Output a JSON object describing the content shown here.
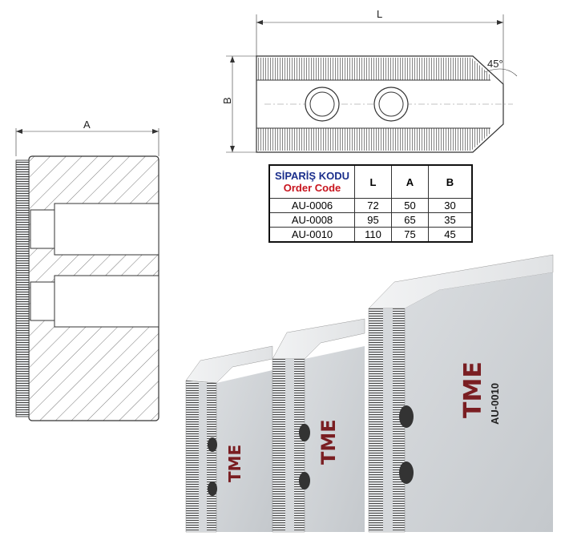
{
  "dimensions": {
    "L": "L",
    "A": "A",
    "B": "B",
    "angle": "45°"
  },
  "table": {
    "header": {
      "code_tr": "SİPARİŞ KODU",
      "code_en": "Order Code",
      "cols": [
        "L",
        "A",
        "B"
      ]
    },
    "rows": [
      {
        "code": "AU-0006",
        "L": "72",
        "A": "50",
        "B": "30"
      },
      {
        "code": "AU-0008",
        "L": "95",
        "A": "65",
        "B": "35"
      },
      {
        "code": "AU-0010",
        "L": "110",
        "A": "75",
        "B": "45"
      }
    ]
  },
  "product": {
    "brand": "TME",
    "model_label": "AU-0010"
  },
  "colors": {
    "title_blue": "#1b2f8c",
    "title_red": "#c8141e",
    "logo": "#7a1e22"
  }
}
